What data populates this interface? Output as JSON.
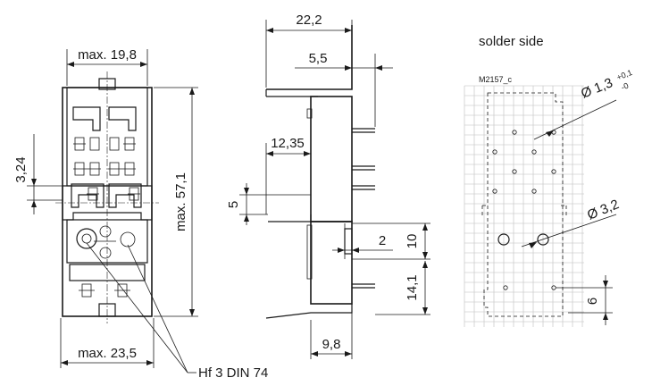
{
  "front_view": {
    "dim_top_width": "max. 19,8",
    "dim_height": "max. 57,1",
    "dim_bottom_width": "max. 23,5",
    "dim_left_offset": "3,24",
    "callout_label": "Hf 3 DIN 74"
  },
  "side_view": {
    "dim_total_depth": "22,2",
    "dim_pin_offset": "5,5",
    "dim_depth_mid": "12,35",
    "dim_clip_height": "5",
    "dim_slot_width": "2",
    "dim_slot_height": "10",
    "dim_lower_pin_height": "14,1",
    "dim_base_depth": "9,8"
  },
  "solder_side": {
    "title": "solder side",
    "drawing_code": "M2157_c",
    "hole_small_dia": "Ø 1,3",
    "hole_small_tol_plus": "+0,1",
    "hole_small_tol_minus": "-0",
    "hole_large_dia": "Ø 3,2",
    "dim_pitch": "6"
  }
}
